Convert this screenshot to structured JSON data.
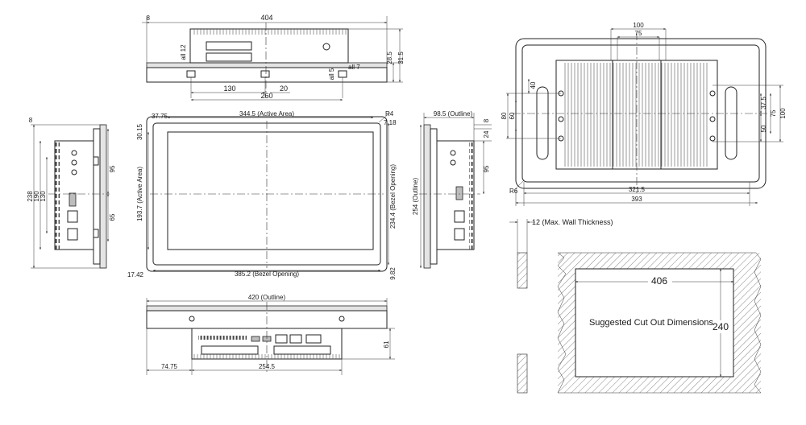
{
  "top_view": {
    "width": "404",
    "offset": "8",
    "height_a": "28.5",
    "height_b": "31.5",
    "mount_left": "130",
    "mount_right": "20",
    "mount_total": "260",
    "clearance_top": "all 12",
    "clearance_a": "all 5",
    "clearance_b": "all 7"
  },
  "front_view": {
    "active_width": "344.5 (Active Area)",
    "active_offset_x": "37.75",
    "active_offset_y": "30.15",
    "active_height": "193.7 (Active Area)",
    "corner_radius": "R4",
    "corner_offset": "7.18",
    "bezel_width": "385.2 (Bezel Opening)",
    "bezel_height": "234.4 (Bezel Opening)",
    "bezel_offset_x": "17.42",
    "bezel_offset_y": "9.82"
  },
  "left_side_view": {
    "offset": "8",
    "height_238": "238",
    "height_190": "190",
    "height_130": "130",
    "dim_95": "95",
    "dim_65": "65"
  },
  "right_side_view": {
    "outline_width": "98.5 (Outline)",
    "outline_height": "254 (Outline)",
    "dim_8": "8",
    "dim_24": "24",
    "dim_95": "95"
  },
  "bottom_view": {
    "outline_width": "420 (Outline)",
    "left_offset": "74.75",
    "io_width": "254.5",
    "depth": "61"
  },
  "rear_view": {
    "top_100": "100",
    "top_75": "75",
    "left_40": "40",
    "left_80": "80",
    "left_60": "60",
    "right_37_5": "37.5",
    "right_75": "75",
    "right_100": "100",
    "right_50": "50",
    "corner_radius": "R6",
    "bottom_321_5": "321.5",
    "bottom_393": "393"
  },
  "cutout_view": {
    "wall_note": "12 (Max. Wall Thickness)",
    "width": "406",
    "height": "240",
    "caption": "Suggested Cut Out Dimensions"
  }
}
